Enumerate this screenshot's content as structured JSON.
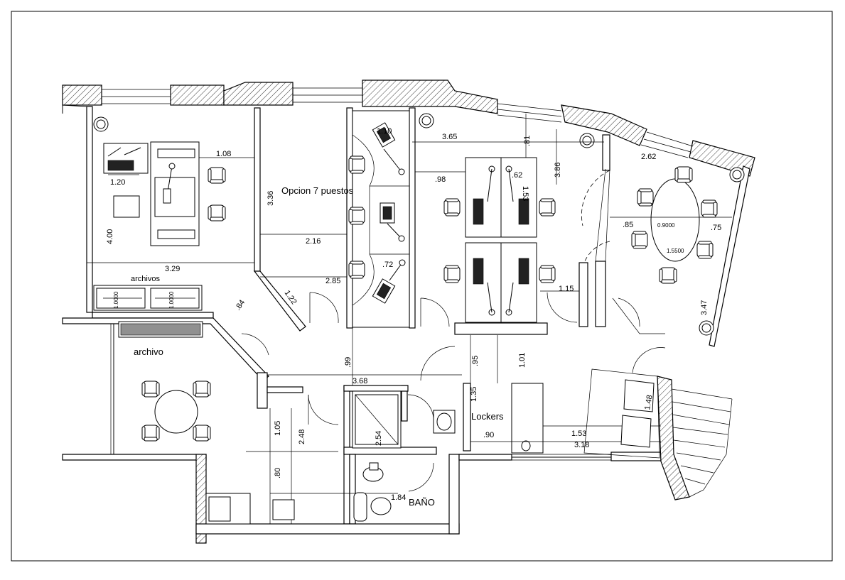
{
  "rooms": {
    "open_office": "Opcion 7 puestos",
    "files_shelf": "archivos",
    "files_room": "archivo",
    "locker": "Lockers",
    "bath": "BAÑO"
  },
  "cabinet_labels": [
    "1.0000",
    "1.0000"
  ],
  "table_labels": {
    "width": "0.9000",
    "length": "1.5500"
  },
  "dimensions": {
    "d108": "1.08",
    "d120": "1.20",
    "d400": "4.00",
    "d329": "3.29",
    "d336": "3.36",
    "d216": "2.16",
    "d285": "2.85",
    "d84": ".84",
    "d122": "1.22",
    "d110": "1.10",
    "d72": ".72",
    "d365": "3.65",
    "d81": ".81",
    "d386": "3.86",
    "d98": ".98",
    "d62": ".62",
    "d153a": "1.53",
    "d115": "1.15",
    "d262": "2.62",
    "d85": ".85",
    "d75": ".75",
    "d347": "3.47",
    "d99": ".99",
    "d95": ".95",
    "d101": "1.01",
    "d368": "3.68",
    "d135": "1.35",
    "d105": "1.05",
    "d248": "2.48",
    "d254": "2.54",
    "d90": ".90",
    "d153b": "1.53",
    "d318": "3.18",
    "d148": "1.48",
    "d80": ".80",
    "d184": "1.84"
  }
}
